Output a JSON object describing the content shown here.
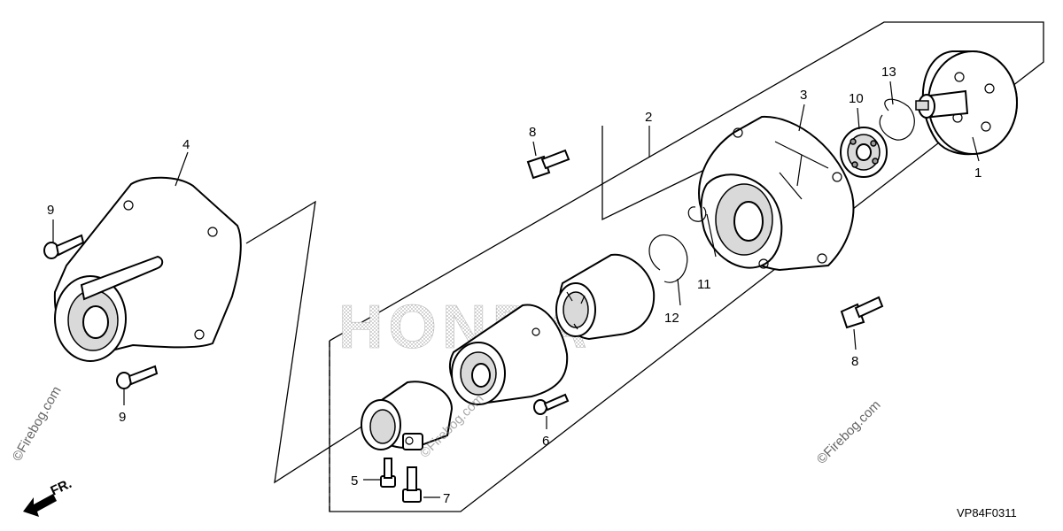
{
  "callouts": {
    "p1": "1",
    "p2": "2",
    "p3": "3",
    "p4": "4",
    "p5": "5",
    "p6": "6",
    "p7": "7",
    "p8_top": "8",
    "p8_bottom": "8",
    "p9_top": "9",
    "p9_bottom": "9",
    "p10": "10",
    "p11": "11",
    "p12": "12",
    "p13": "13"
  },
  "watermark": {
    "text": "©Firebog.com"
  },
  "logo_text": "HONDA",
  "direction_label": "FR.",
  "diagram_code": "VP84F0311"
}
